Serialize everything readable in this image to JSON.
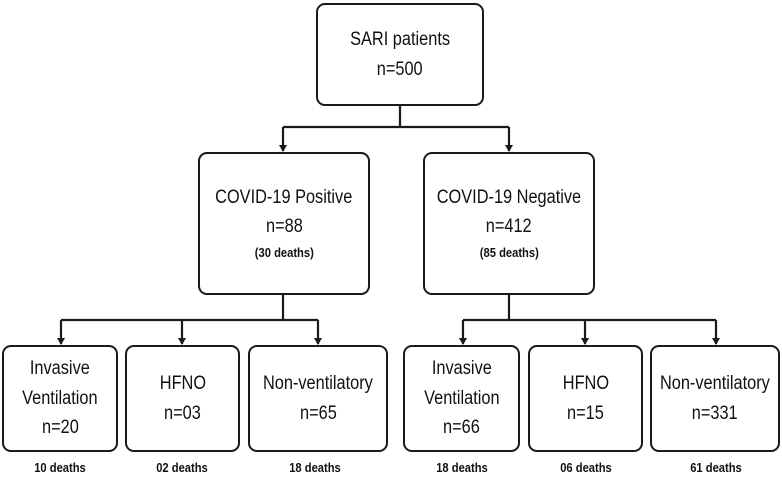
{
  "root": {
    "title": "SARI patients",
    "count": "n=500"
  },
  "positive": {
    "title": "COVID-19 Positive",
    "count": "n=88",
    "deaths": "(30 deaths)"
  },
  "negative": {
    "title": "COVID-19 Negative",
    "count": "n=412",
    "deaths": "(85 deaths)"
  },
  "pos_children": [
    {
      "line1": "Invasive",
      "line2": "Ventilation",
      "count": "n=20",
      "deaths": "10 deaths"
    },
    {
      "line1": "HFNO",
      "line2": "",
      "count": "n=03",
      "deaths": "02 deaths"
    },
    {
      "line1": "Non-ventilatory",
      "line2": "",
      "count": "n=65",
      "deaths": "18 deaths"
    }
  ],
  "neg_children": [
    {
      "line1": "Invasive",
      "line2": "Ventilation",
      "count": "n=66",
      "deaths": "18 deaths"
    },
    {
      "line1": "HFNO",
      "line2": "",
      "count": "n=15",
      "deaths": "06 deaths"
    },
    {
      "line1": "Non-ventilatory",
      "line2": "",
      "count": "n=331",
      "deaths": "61 deaths"
    }
  ]
}
